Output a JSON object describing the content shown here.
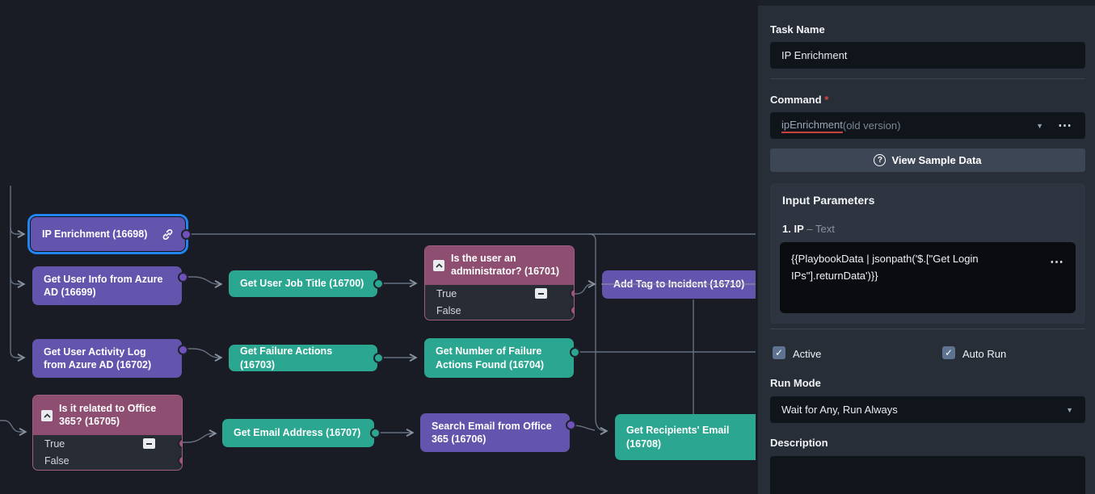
{
  "panel": {
    "task_name_label": "Task Name",
    "task_name_value": "IP Enrichment",
    "command_label": "Command",
    "required_asterisk": "*",
    "command_value": "ipEnrichment",
    "command_suffix": " (old version)",
    "view_sample_data_label": "View Sample Data",
    "question_icon": "?",
    "input_parameters": {
      "title": "Input Parameters",
      "param_index": "1. IP",
      "param_type": "– Text",
      "param_value": "{{PlaybookData | jsonpath('$.[\"Get Login IPs\"].returnData')}}"
    },
    "checkboxes": [
      {
        "label": "Active",
        "checked": true
      },
      {
        "label": "Auto Run",
        "checked": true
      }
    ],
    "check_glyph": "✓",
    "run_mode_label": "Run Mode",
    "run_mode_value": "Wait for Any, Run Always",
    "description_label": "Description",
    "description_value": ""
  },
  "workflow": {
    "nodes": [
      {
        "id": "16698",
        "label": "IP Enrichment (16698)",
        "kind": "action",
        "color": "purple",
        "selected": true,
        "has_link_icon": true
      },
      {
        "id": "16699",
        "label": "Get User Info from Azure AD (16699)",
        "kind": "action",
        "color": "purple"
      },
      {
        "id": "16700",
        "label": "Get User Job Title (16700)",
        "kind": "action",
        "color": "teal"
      },
      {
        "id": "16701",
        "label": "Is the user an administrator? (16701)",
        "kind": "condition",
        "branches": [
          "True",
          "False"
        ]
      },
      {
        "id": "16710",
        "label": "Add Tag to Incident (16710)",
        "kind": "action",
        "color": "purple"
      },
      {
        "id": "16702",
        "label": "Get User Activity Log from Azure AD (16702)",
        "kind": "action",
        "color": "purple"
      },
      {
        "id": "16703",
        "label": "Get Failure Actions (16703)",
        "kind": "action",
        "color": "teal"
      },
      {
        "id": "16704",
        "label": "Get Number of Failure Actions Found (16704)",
        "kind": "action",
        "color": "teal"
      },
      {
        "id": "16705",
        "label": "Is it related to Office 365? (16705)",
        "kind": "condition",
        "branches": [
          "True",
          "False"
        ]
      },
      {
        "id": "16707",
        "label": "Get Email Address (16707)",
        "kind": "action",
        "color": "teal"
      },
      {
        "id": "16706",
        "label": "Search Email from Office 365 (16706)",
        "kind": "action",
        "color": "purple"
      },
      {
        "id": "16708",
        "label": "Get Recipients' Email (16708)",
        "kind": "action",
        "color": "teal"
      }
    ]
  },
  "colors": {
    "canvas_bg": "#191c24",
    "panel_bg": "#282e38",
    "node_purple": "#6355ad",
    "node_teal": "#2ba690",
    "condition_header": "#8d4e71",
    "selection_blue": "#2186f2",
    "required_red": "#d8453f",
    "command_underline_red": "#c9413a",
    "edge_gray": "#667080"
  }
}
